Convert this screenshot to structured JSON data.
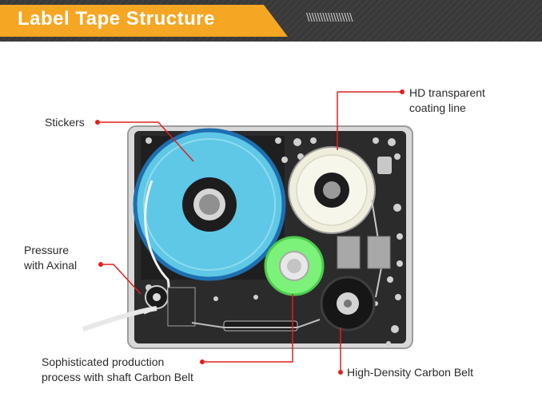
{
  "header": {
    "title": "Label Tape Structure",
    "stripes": "\\\\\\\\\\\\\\\\\\\\\\\\\\\\\\\\\\"
  },
  "labels": {
    "hd_line1": "HD transparent",
    "hd_line2": "coating line",
    "stickers": "Stickers",
    "pressure_line1": "Pressure",
    "pressure_line2": "with Axinal",
    "production_line1": "Sophisticated production",
    "production_line2": "process with shaft Carbon Belt",
    "carbon_belt": "High-Density Carbon Belt"
  },
  "colors": {
    "banner_bg": "#3a3a3a",
    "banner_accent": "#f5a623",
    "leader": "#e02020",
    "sticker_roll": "#5fc8e6",
    "sticker_ring": "#1e6fb0",
    "green_spool": "#7cf27a",
    "coating_roll": "#efeedd"
  }
}
